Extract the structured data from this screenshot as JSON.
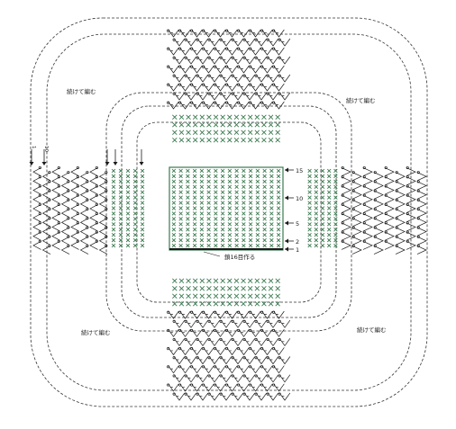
{
  "diagram": {
    "annotations": {
      "continue_top_left": "続けて編む",
      "continue_top_right": "続けて編む",
      "continue_bottom_left": "続けて編む",
      "continue_bottom_right": "続けて編む",
      "start_label": "鎖16目作る"
    },
    "row_numbers": {
      "r15": "15",
      "r10": "10",
      "r5": "5",
      "r2": "2",
      "r1": "1"
    },
    "left_row_numbers": {
      "a": "1",
      "b": "10"
    },
    "colors": {
      "single_crochet": "#3a7a4f",
      "double_crochet": "#1a1a1a",
      "dashed_outline": "#333333",
      "background": "#ffffff"
    },
    "icons": [
      "down-arrow-icon",
      "left-arrow-icon",
      "single-crochet-stitch-icon",
      "double-crochet-stitch-icon"
    ]
  }
}
